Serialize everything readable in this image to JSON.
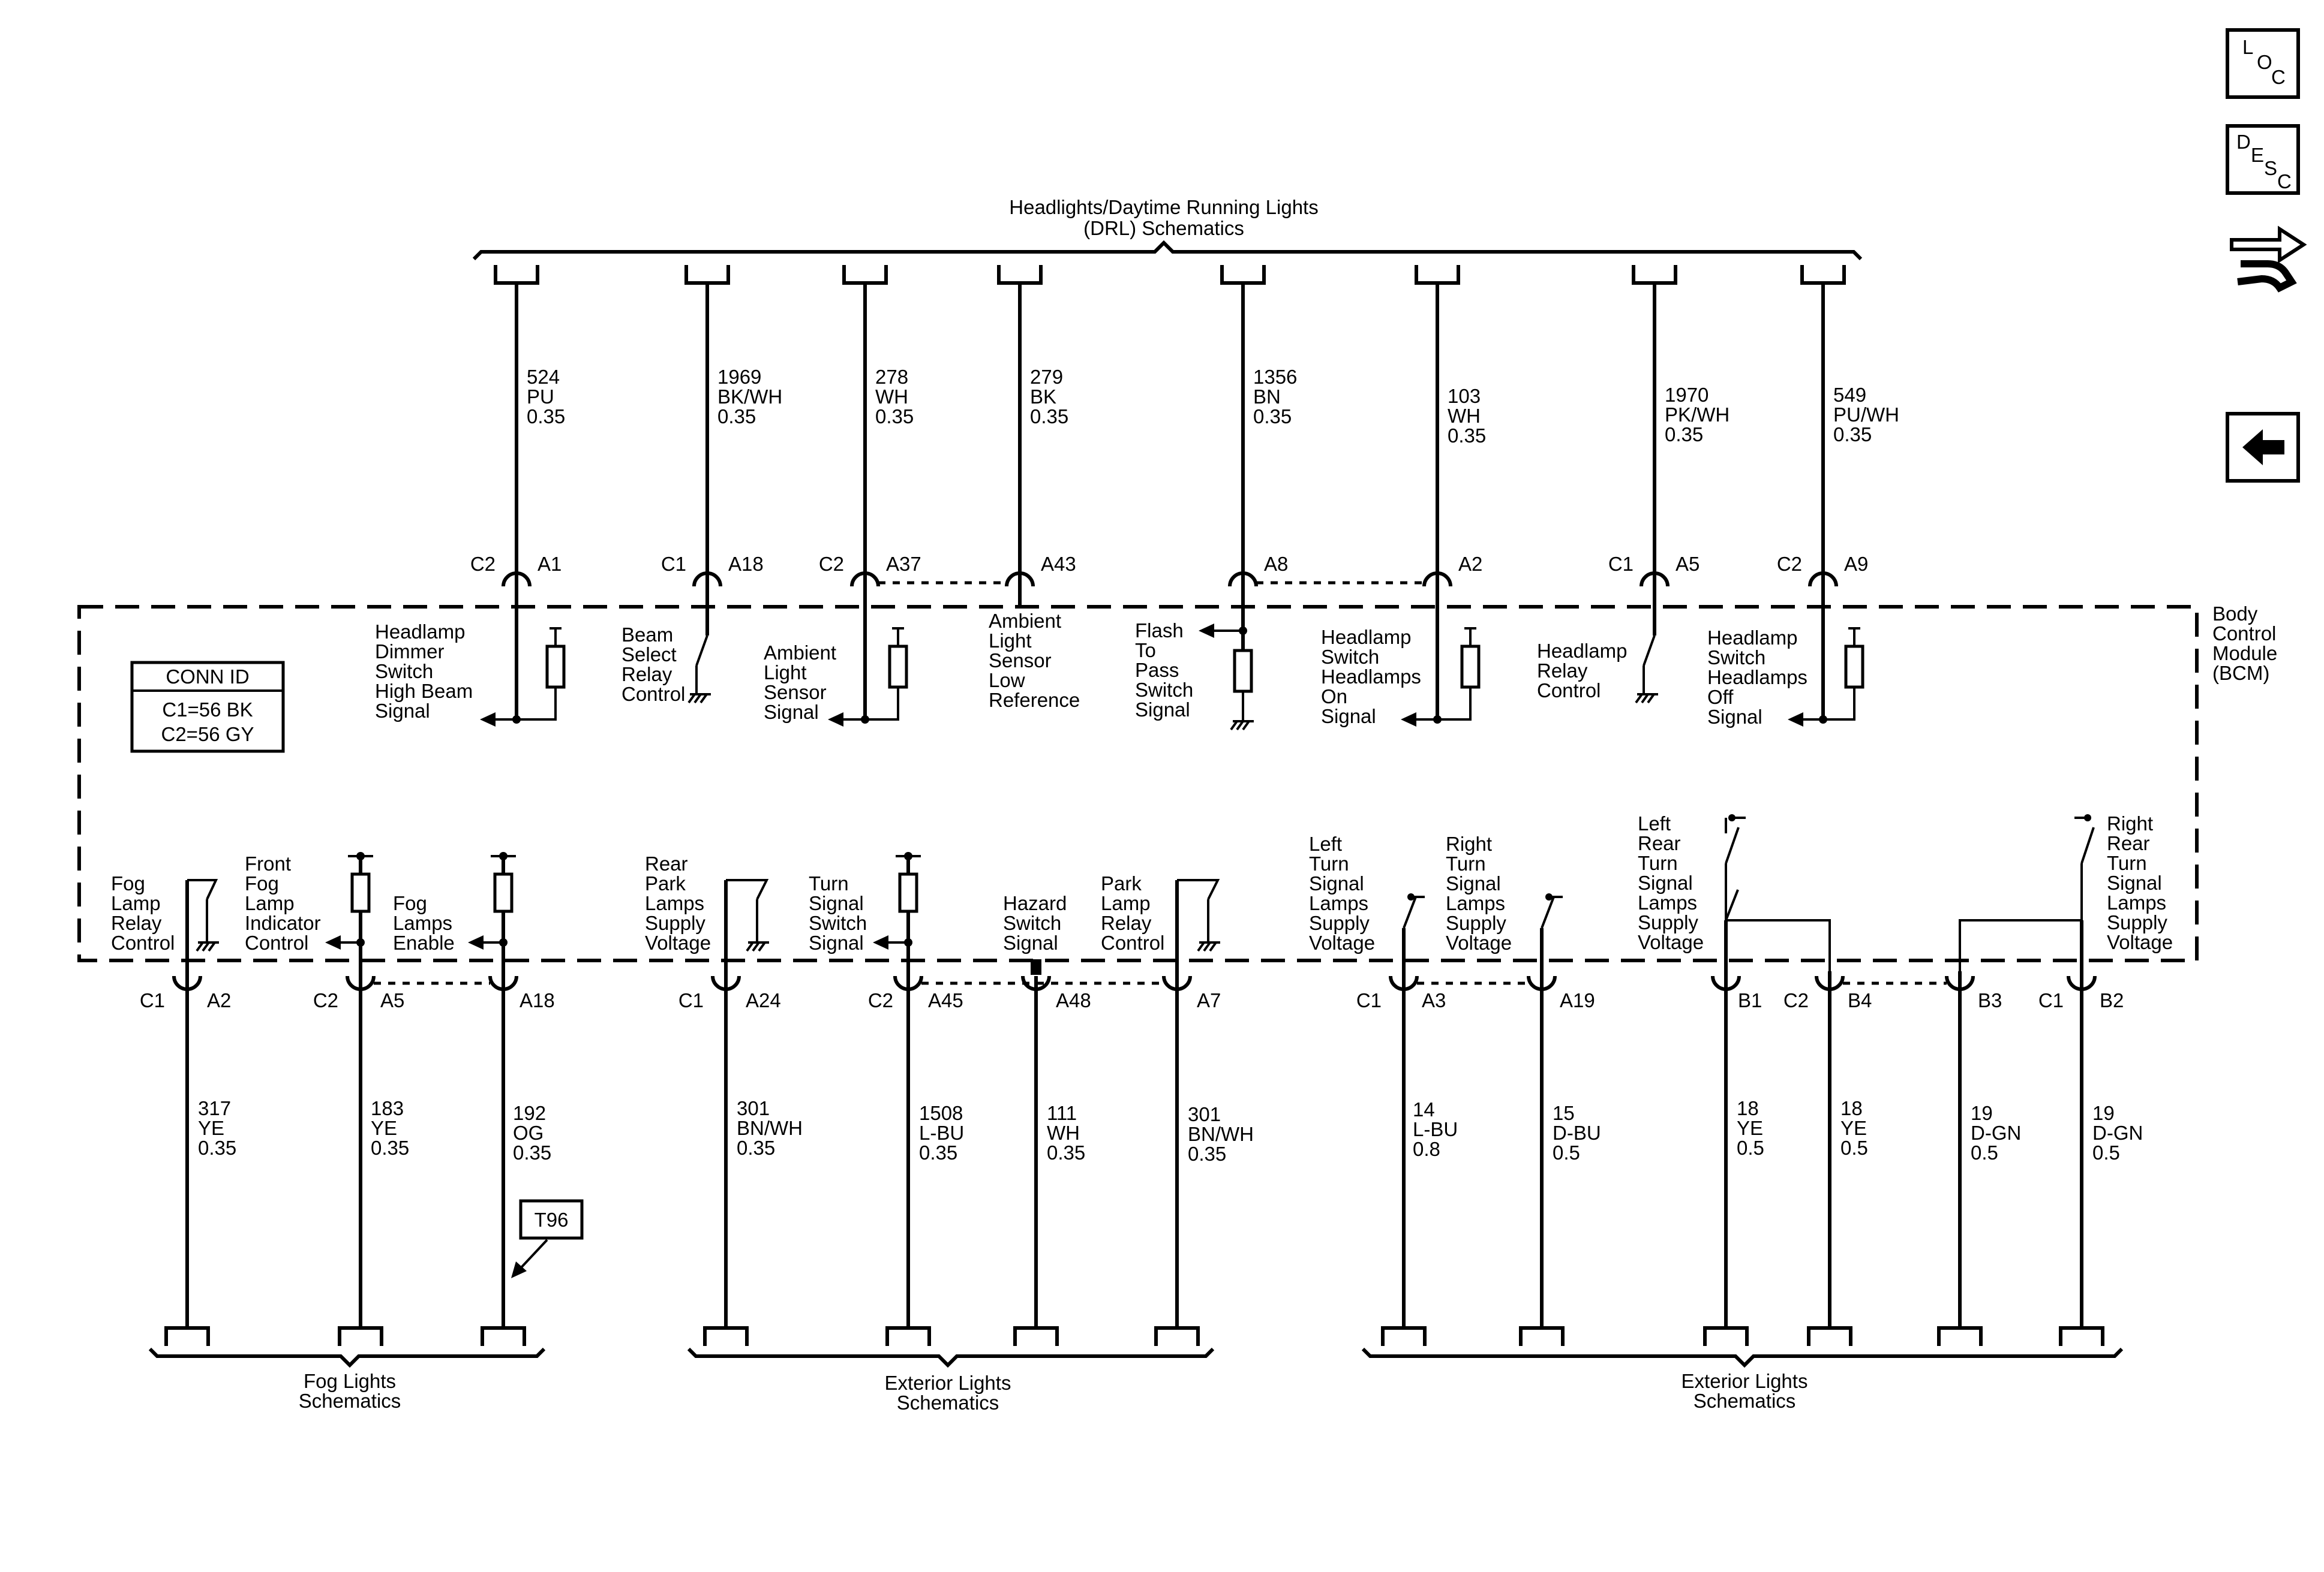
{
  "top_header": {
    "line1": "Headlights/Daytime Running Lights",
    "line2": "(DRL) Schematics"
  },
  "bcm_label": [
    "Body",
    "Control",
    "Module",
    "(BCM)"
  ],
  "conn_id": {
    "title": "CONN ID",
    "line1": "C1=56 BK",
    "line2": "C2=56 GY"
  },
  "side_icons": {
    "loc": [
      "L",
      "O",
      "C"
    ],
    "desc": [
      "D",
      "E",
      "S",
      "C"
    ]
  },
  "top_wires": [
    {
      "conn": "C2",
      "pin": "A1",
      "circuit": [
        "524",
        "PU",
        "0.35"
      ],
      "label": [
        "Headlamp",
        "Dimmer",
        "Switch",
        "High Beam",
        "Signal"
      ]
    },
    {
      "conn": "C1",
      "pin": "A18",
      "circuit": [
        "1969",
        "BK/WH",
        "0.35"
      ],
      "label": [
        "Beam",
        "Select",
        "Relay",
        "Control"
      ]
    },
    {
      "conn": "C2",
      "pin": "A37",
      "circuit": [
        "278",
        "WH",
        "0.35"
      ],
      "label": [
        "Ambient",
        "Light",
        "Sensor",
        "Signal"
      ]
    },
    {
      "conn": "",
      "pin": "A43",
      "circuit": [
        "279",
        "BK",
        "0.35"
      ],
      "label": [
        "Ambient",
        "Light",
        "Sensor",
        "Low",
        "Reference"
      ]
    },
    {
      "conn": "",
      "pin": "A8",
      "circuit": [
        "1356",
        "BN",
        "0.35"
      ],
      "label": [
        "Flash",
        "To",
        "Pass",
        "Switch",
        "Signal"
      ]
    },
    {
      "conn": "",
      "pin": "A2",
      "circuit": [
        "103",
        "WH",
        "0.35"
      ],
      "label": [
        "Headlamp",
        "Switch",
        "Headlamps",
        "On",
        "Signal"
      ]
    },
    {
      "conn": "C1",
      "pin": "A5",
      "circuit": [
        "1970",
        "PK/WH",
        "0.35"
      ],
      "label": [
        "Headlamp",
        "Relay",
        "Control"
      ]
    },
    {
      "conn": "C2",
      "pin": "A9",
      "circuit": [
        "549",
        "PU/WH",
        "0.35"
      ],
      "label": [
        "Headlamp",
        "Switch",
        "Headlamps",
        "Off",
        "Signal"
      ]
    }
  ],
  "bottom_wires": [
    {
      "conn": "C1",
      "pin": "A2",
      "circuit": [
        "317",
        "YE",
        "0.35"
      ],
      "label": [
        "Fog",
        "Lamp",
        "Relay",
        "Control"
      ]
    },
    {
      "conn": "C2",
      "pin": "A5",
      "circuit": [
        "183",
        "YE",
        "0.35"
      ],
      "label": [
        "Front",
        "Fog",
        "Lamp",
        "Indicator",
        "Control"
      ]
    },
    {
      "conn": "",
      "pin": "A18",
      "circuit": [
        "192",
        "OG",
        "0.35"
      ],
      "label": [
        "Fog",
        "Lamps",
        "Enable"
      ]
    },
    {
      "conn": "C1",
      "pin": "A24",
      "circuit": [
        "301",
        "BN/WH",
        "0.35"
      ],
      "label": [
        "Rear",
        "Park",
        "Lamps",
        "Supply",
        "Voltage"
      ]
    },
    {
      "conn": "C2",
      "pin": "A45",
      "circuit": [
        "1508",
        "L-BU",
        "0.35"
      ],
      "label": [
        "Turn",
        "Signal",
        "Switch",
        "Signal"
      ]
    },
    {
      "conn": "",
      "pin": "A48",
      "circuit": [
        "111",
        "WH",
        "0.35"
      ],
      "label": [
        "Hazard",
        "Switch",
        "Signal"
      ]
    },
    {
      "conn": "",
      "pin": "A7",
      "circuit": [
        "301",
        "BN/WH",
        "0.35"
      ],
      "label": [
        "Park",
        "Lamp",
        "Relay",
        "Control"
      ]
    },
    {
      "conn": "C1",
      "pin": "A3",
      "circuit": [
        "14",
        "L-BU",
        "0.8"
      ],
      "label": [
        "Left",
        "Turn",
        "Signal",
        "Lamps",
        "Supply",
        "Voltage"
      ]
    },
    {
      "conn": "",
      "pin": "A19",
      "circuit": [
        "15",
        "D-BU",
        "0.5"
      ],
      "label": [
        "Right",
        "Turn",
        "Signal",
        "Lamps",
        "Supply",
        "Voltage"
      ]
    },
    {
      "conn": "",
      "pin": "B1",
      "circuit": [
        "18",
        "YE",
        "0.5"
      ],
      "label": [
        "Left",
        "Rear",
        "Turn",
        "Signal",
        "Lamps",
        "Supply",
        "Voltage"
      ]
    },
    {
      "conn": "C2",
      "pin": "B4",
      "circuit": [
        "18",
        "YE",
        "0.5"
      ],
      "label": []
    },
    {
      "conn": "",
      "pin": "B3",
      "circuit": [
        "19",
        "D-GN",
        "0.5"
      ],
      "label": []
    },
    {
      "conn": "C1",
      "pin": "B2",
      "circuit": [
        "19",
        "D-GN",
        "0.5"
      ],
      "label": [
        "Right",
        "Rear",
        "Turn",
        "Signal",
        "Lamps",
        "Supply",
        "Voltage"
      ]
    }
  ],
  "t96": "T96",
  "bottom_groups": [
    {
      "line1": "Fog Lights",
      "line2": "Schematics"
    },
    {
      "line1": "Exterior Lights",
      "line2": "Schematics"
    },
    {
      "line1": "Exterior Lights",
      "line2": "Schematics"
    }
  ]
}
